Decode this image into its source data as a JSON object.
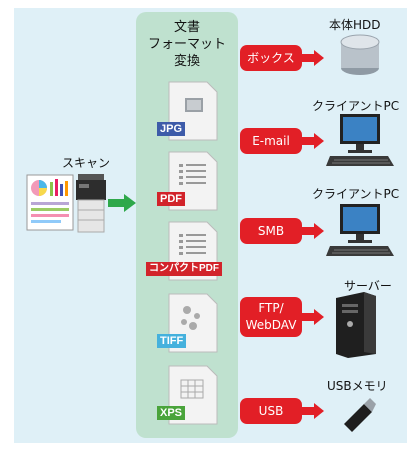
{
  "center_title_lines": [
    "文書",
    "フォーマット",
    "変換"
  ],
  "scan_label": "スキャン",
  "formats": [
    {
      "label": "JPG",
      "color": "#3d5ba9"
    },
    {
      "label": "PDF",
      "color": "#d2232a"
    },
    {
      "label": "コンパクトPDF",
      "color": "#d2232a"
    },
    {
      "label": "TIFF",
      "color": "#45b1dd"
    },
    {
      "label": "XPS",
      "color": "#4aa43b"
    }
  ],
  "outputs": [
    {
      "button": "ボックス",
      "device_label": "本体HDD",
      "device_icon": "hdd-icon"
    },
    {
      "button": "E-mail",
      "device_label": "クライアントPC",
      "device_icon": "desktop-pc-icon"
    },
    {
      "button": "SMB",
      "device_label": "クライアントPC",
      "device_icon": "desktop-pc-icon"
    },
    {
      "button_lines": [
        "FTP/",
        "WebDAV"
      ],
      "device_label": "サーバー",
      "device_icon": "server-tower-icon"
    },
    {
      "button": "USB",
      "device_label": "USBメモリ",
      "device_icon": "usb-memory-icon"
    }
  ],
  "colors": {
    "background": "#dff0f7",
    "column": "#bfe1cf",
    "button": "#e21f26",
    "arrow_green": "#2ea84a"
  }
}
